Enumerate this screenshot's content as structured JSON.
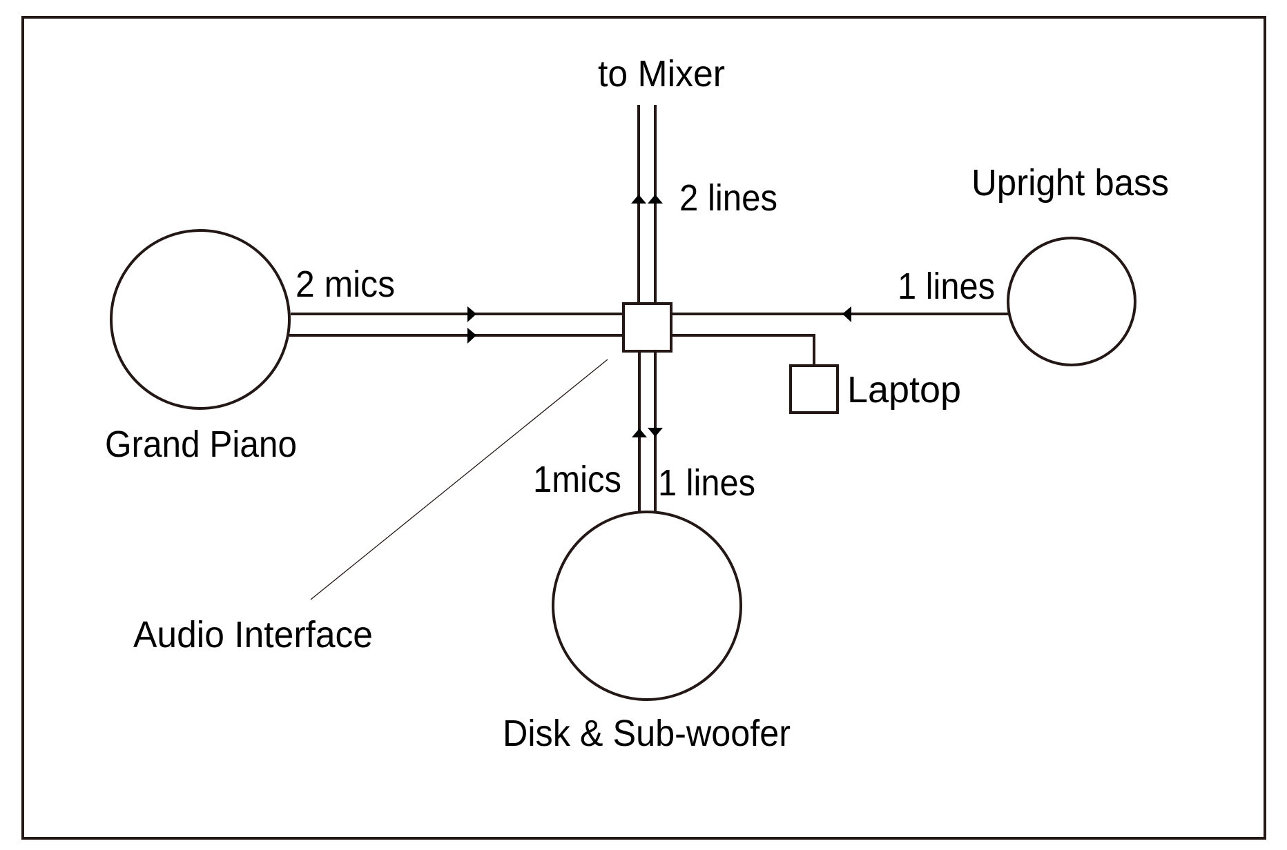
{
  "diagram": {
    "title": "Audio signal routing diagram",
    "nodes": {
      "mixer": {
        "label": "to Mixer"
      },
      "grand_piano": {
        "label": "Grand Piano"
      },
      "upright_bass": {
        "label": "Upright bass"
      },
      "disk_subwoofer": {
        "label": "Disk & Sub-woofer"
      },
      "laptop": {
        "label": "Laptop"
      },
      "audio_interface": {
        "label": "Audio Interface"
      }
    },
    "connections": {
      "piano_to_interface": {
        "label": "2 mics",
        "count": 2,
        "direction": "to interface"
      },
      "interface_to_mixer": {
        "label": "2 lines",
        "count": 2,
        "direction": "to mixer"
      },
      "bass_to_interface": {
        "label": "1 lines",
        "count": 1,
        "direction": "to interface"
      },
      "disk_to_interface": {
        "label": "1mics",
        "count": 1,
        "direction": "to interface"
      },
      "interface_to_disk": {
        "label": "1 lines",
        "count": 1,
        "direction": "to disk & sub-woofer"
      },
      "interface_to_laptop": {
        "count": 1
      }
    },
    "colors": {
      "stroke": "#231815",
      "text": "#000000",
      "background": "#ffffff"
    }
  }
}
